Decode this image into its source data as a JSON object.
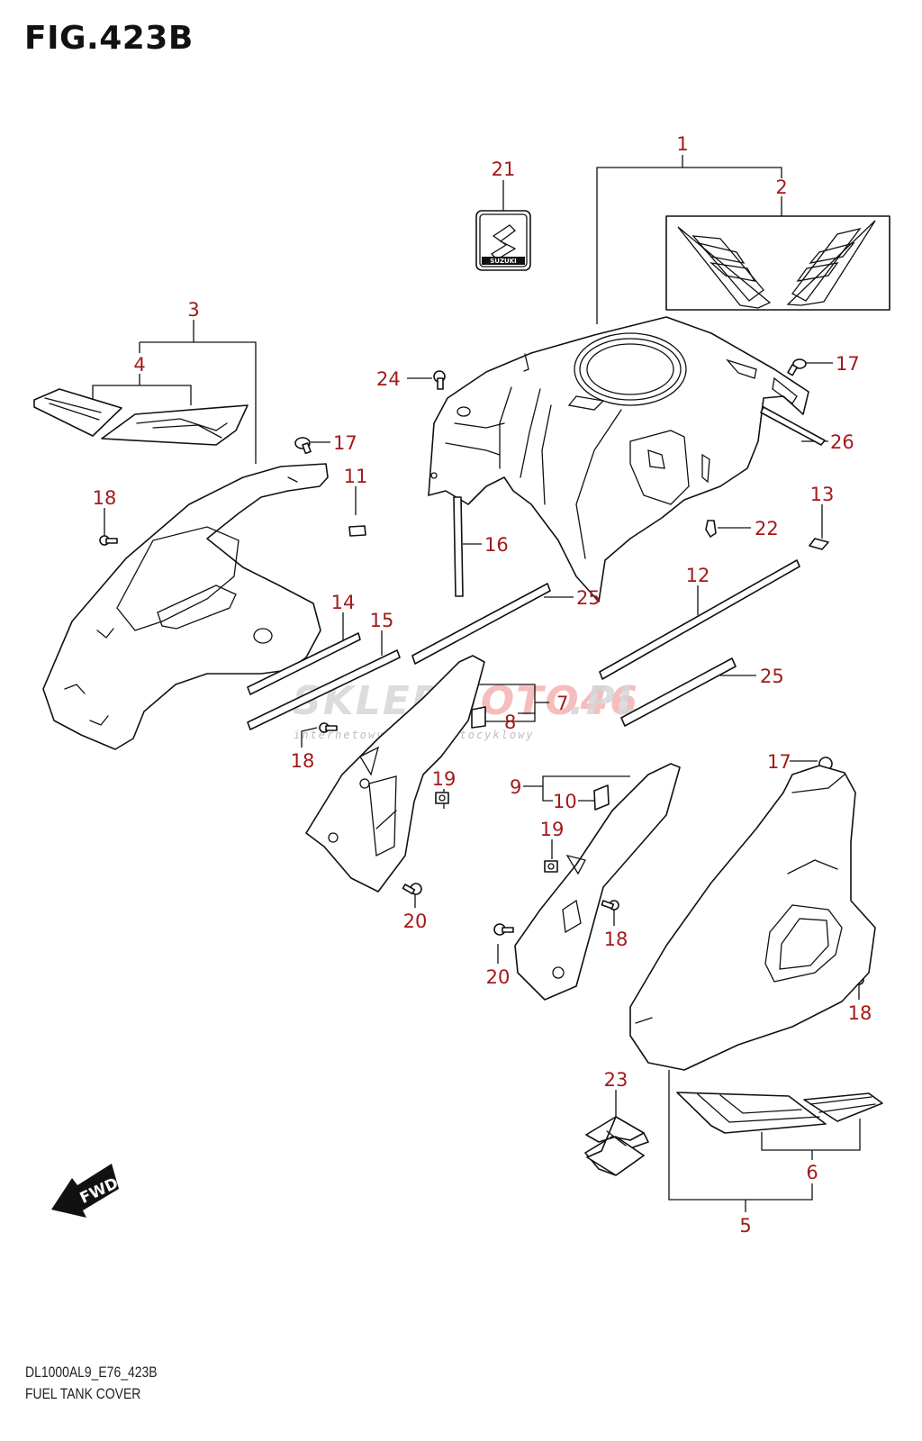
{
  "figure": {
    "title": "FIG.423B",
    "code": "DL1000AL9_E76_423B",
    "name": "FUEL TANK COVER"
  },
  "watermark": {
    "brand_part1": "SKLEP",
    "brand_part2": "MOTO46",
    "brand_suffix": ".PL",
    "tagline": "internetowy sklep motocyklowy"
  },
  "logo": {
    "emblem_text": "SUZUKI"
  },
  "direction_marker": {
    "label": "FWD",
    "icon": "arrow-left-down"
  },
  "colors": {
    "callout": "#a31a1a",
    "line": "#111111",
    "watermark_grey": "#d6d6d6",
    "watermark_red": "#f2a8a8"
  },
  "callouts": [
    {
      "id": "c1",
      "label": "1"
    },
    {
      "id": "c2",
      "label": "2"
    },
    {
      "id": "c3",
      "label": "3"
    },
    {
      "id": "c4",
      "label": "4"
    },
    {
      "id": "c5",
      "label": "5"
    },
    {
      "id": "c6",
      "label": "6"
    },
    {
      "id": "c7",
      "label": "7"
    },
    {
      "id": "c8",
      "label": "8"
    },
    {
      "id": "c9",
      "label": "9"
    },
    {
      "id": "c10",
      "label": "10"
    },
    {
      "id": "c11",
      "label": "11"
    },
    {
      "id": "c12",
      "label": "12"
    },
    {
      "id": "c13",
      "label": "13"
    },
    {
      "id": "c14",
      "label": "14"
    },
    {
      "id": "c15",
      "label": "15"
    },
    {
      "id": "c16",
      "label": "16"
    },
    {
      "id": "c17a",
      "label": "17"
    },
    {
      "id": "c17b",
      "label": "17"
    },
    {
      "id": "c17c",
      "label": "17"
    },
    {
      "id": "c18a",
      "label": "18"
    },
    {
      "id": "c18b",
      "label": "18"
    },
    {
      "id": "c18c",
      "label": "18"
    },
    {
      "id": "c18d",
      "label": "18"
    },
    {
      "id": "c19a",
      "label": "19"
    },
    {
      "id": "c19b",
      "label": "19"
    },
    {
      "id": "c20a",
      "label": "20"
    },
    {
      "id": "c20b",
      "label": "20"
    },
    {
      "id": "c21",
      "label": "21"
    },
    {
      "id": "c22",
      "label": "22"
    },
    {
      "id": "c23",
      "label": "23"
    },
    {
      "id": "c24",
      "label": "24"
    },
    {
      "id": "c25a",
      "label": "25"
    },
    {
      "id": "c25b",
      "label": "25"
    },
    {
      "id": "c26",
      "label": "26"
    }
  ]
}
